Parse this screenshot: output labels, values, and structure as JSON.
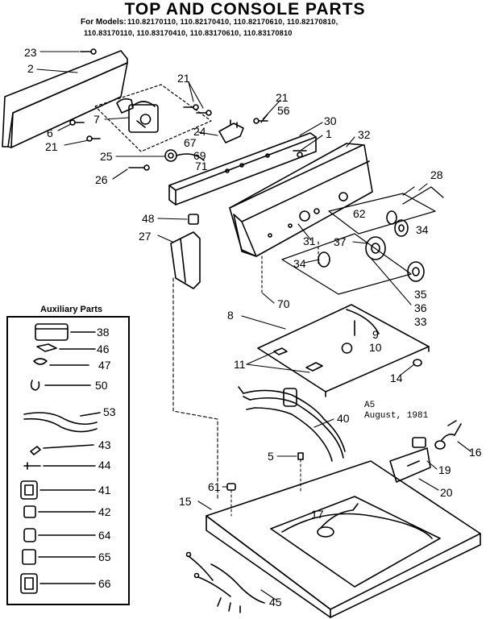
{
  "title": "TOP AND CONSOLE PARTS",
  "models_label": "For Models:",
  "models_line1": "110.82170110, 110.82170410, 110.82170610, 110.82170810,",
  "models_line2": "110.83170110, 110.83170410, 110.83170610, 110.83170810",
  "auxiliary_title": "Auxiliary Parts",
  "version_code": "A5",
  "version_date": "August, 1981",
  "callouts": {
    "c23": "23",
    "c2": "2",
    "c21a": "21",
    "c21b": "21",
    "c21c": "21",
    "c56": "56",
    "c30": "30",
    "c1": "1",
    "c32": "32",
    "c7": "7",
    "c6": "6",
    "c24": "24",
    "c67": "67",
    "c69": "69",
    "c71": "71",
    "c25": "25",
    "c26": "26",
    "c28": "28",
    "c62": "62",
    "c34a": "34",
    "c48": "48",
    "c27": "27",
    "c31": "31",
    "c37": "37",
    "c34b": "34",
    "c35": "35",
    "c36": "36",
    "c70": "70",
    "c33": "33",
    "c8": "8",
    "c9": "9",
    "c10": "10",
    "c11": "11",
    "c14": "14",
    "c40": "40",
    "c5": "5",
    "c61": "61",
    "c15": "15",
    "c17": "17",
    "c16": "16",
    "c19": "19",
    "c20": "20",
    "c45": "45",
    "a38": "38",
    "a46": "46",
    "a47": "47",
    "a50": "50",
    "a53": "53",
    "a43": "43",
    "a44": "44",
    "a41": "41",
    "a42": "42",
    "a64": "64",
    "a65": "65",
    "a66": "66"
  }
}
